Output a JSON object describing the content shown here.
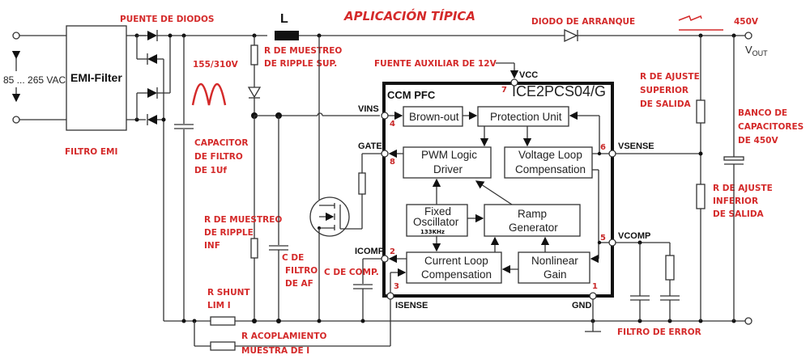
{
  "title": "APLICACIÓN TÍPICA",
  "input": {
    "voltage_range": "85 ... 265 VAC",
    "emi_block": "EMI-Filter"
  },
  "annotations": {
    "bridge": "PUENTE DE DIODOS",
    "emi_filter": "FILTRO EMI",
    "rectified": "155/310V",
    "input_cap": [
      "CAPACITOR",
      "DE FILTRO",
      "DE 1Uf"
    ],
    "inductor": "L",
    "ripple_sup": [
      "R DE MUESTREO",
      "DE RIPPLE SUP."
    ],
    "ripple_inf": [
      "R DE MUESTREO",
      "DE RIPPLE",
      "INF"
    ],
    "aux_supply": "FUENTE AUXILIAR DE 12V",
    "startup_diode": "DIODO DE ARRANQUE",
    "output_voltage": "450V",
    "r_upper": [
      "R DE AJUSTE",
      "SUPERIOR",
      "DE SALIDA"
    ],
    "r_lower": [
      "R DE AJUSTE",
      "INFERIOR",
      "DE SALIDA"
    ],
    "cap_bank": [
      "BANCO DE",
      "CAPACITORES",
      "DE 450V"
    ],
    "c_af": [
      "C DE",
      "FILTRO",
      "DE AF"
    ],
    "c_comp": "C DE COMP.",
    "r_shunt": [
      "R SHUNT",
      "LIM I"
    ],
    "r_coupling": [
      "R ACOPLAMIENTO",
      "MUESTRA DE I"
    ],
    "error_filter": "FILTRO DE ERROR"
  },
  "output": {
    "label_main": "V",
    "label_sub": "OUT"
  },
  "ic": {
    "header": "CCM PFC",
    "part": "ICE2PCS04/G",
    "blocks": {
      "brownout": "Brown-out",
      "protection": "Protection Unit",
      "pwm": [
        "PWM Logic",
        "Driver"
      ],
      "vloop": [
        "Voltage Loop",
        "Compensation"
      ],
      "osc": [
        "Fixed",
        "Oscillator"
      ],
      "osc_freq": "133KHz",
      "ramp": [
        "Ramp",
        "Generator"
      ],
      "cloop": [
        "Current Loop",
        "Compensation"
      ],
      "nonlin": [
        "Nonlinear",
        "Gain"
      ]
    },
    "pins": [
      {
        "num": "1",
        "name": "GND"
      },
      {
        "num": "2",
        "name": "ICOMP"
      },
      {
        "num": "3",
        "name": "ISENSE"
      },
      {
        "num": "4",
        "name": "VINS"
      },
      {
        "num": "5",
        "name": "VCOMP"
      },
      {
        "num": "6",
        "name": "VSENSE"
      },
      {
        "num": "7",
        "name": "VCC"
      },
      {
        "num": "8",
        "name": "GATE"
      }
    ]
  },
  "colors": {
    "annotation": "#d42a2a",
    "wire": "#333333"
  }
}
